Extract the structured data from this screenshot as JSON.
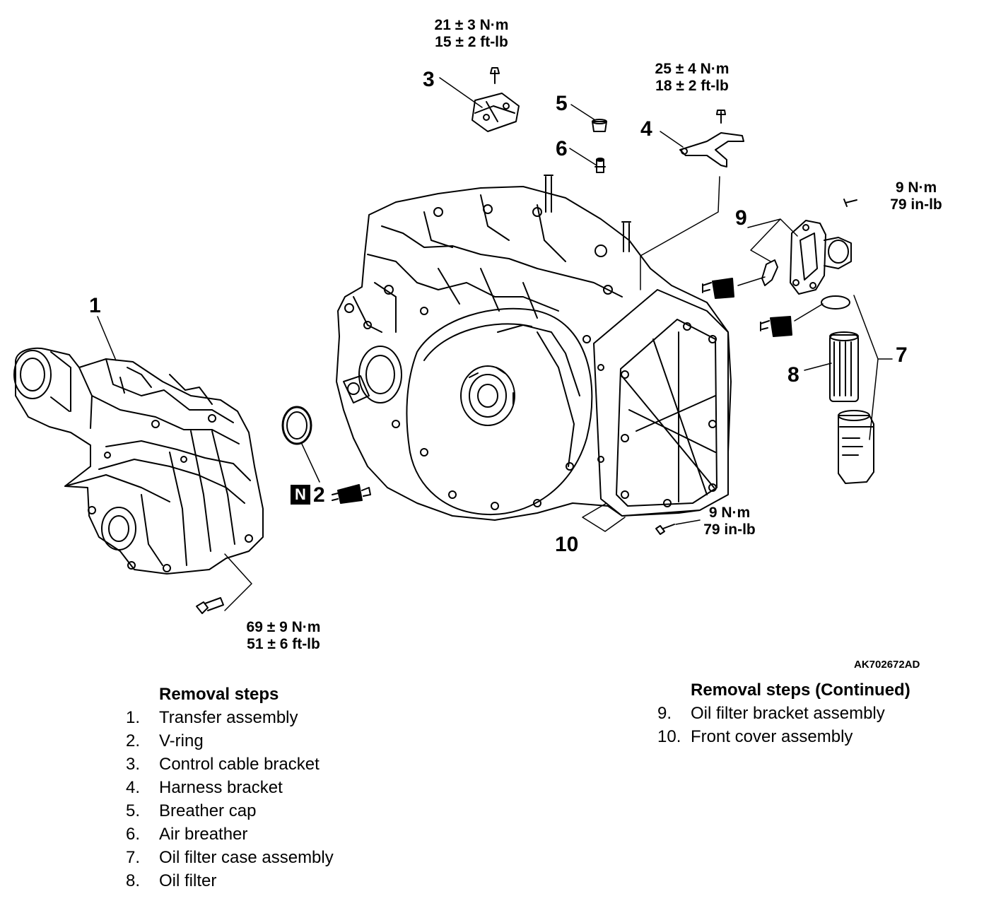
{
  "diagram": {
    "figure_id": "AK702672AD",
    "callouts": {
      "c1": "1",
      "c2": "2",
      "c3": "3",
      "c4": "4",
      "c5": "5",
      "c6": "6",
      "c7": "7",
      "c8": "8",
      "c9": "9",
      "c10": "10"
    },
    "n_symbol": "N",
    "torques": {
      "t3": [
        "21 ± 3 N·m",
        "15 ± 2 ft-lb"
      ],
      "t4": [
        "25 ± 4 N·m",
        "18 ± 2 ft-lb"
      ],
      "t9": [
        "9 N·m",
        "79 in-lb"
      ],
      "t10": [
        "9 N·m",
        "79 in-lb"
      ],
      "t1": [
        "69 ± 9 N·m",
        "51 ± 6 ft-lb"
      ]
    }
  },
  "steps_left": {
    "heading": "Removal steps",
    "items": [
      {
        "num": "1.",
        "text": "Transfer assembly"
      },
      {
        "num": "2.",
        "text": "V-ring"
      },
      {
        "num": "3.",
        "text": "Control cable bracket"
      },
      {
        "num": "4.",
        "text": "Harness bracket"
      },
      {
        "num": "5.",
        "text": "Breather cap"
      },
      {
        "num": "6.",
        "text": "Air breather"
      },
      {
        "num": "7.",
        "text": "Oil filter case assembly"
      },
      {
        "num": "8.",
        "text": "Oil filter"
      }
    ]
  },
  "steps_right": {
    "heading": "Removal steps (Continued)",
    "items": [
      {
        "num": "9.",
        "text": "Oil filter bracket assembly"
      },
      {
        "num": "10.",
        "text": "Front cover assembly"
      }
    ]
  }
}
